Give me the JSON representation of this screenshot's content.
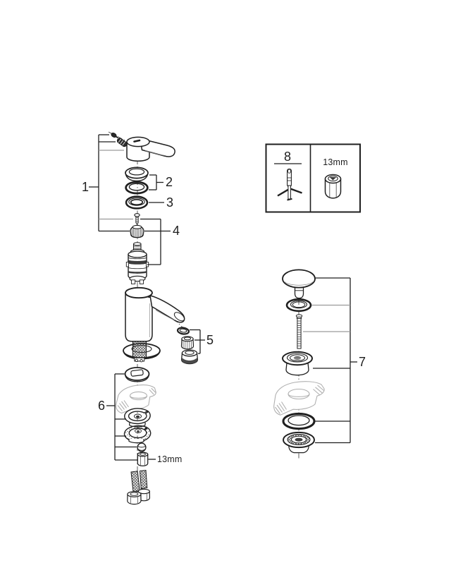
{
  "callouts": {
    "c1": "1",
    "c2": "2",
    "c3": "3",
    "c4": "4",
    "c5": "5",
    "c6": "6",
    "c7": "7",
    "c8": "8"
  },
  "labels": {
    "wrench_size_tool": "13mm",
    "wrench_size_nut": "13mm"
  },
  "colors": {
    "background": "#ffffff",
    "line": "#1f1f1f",
    "ghost_gray": "#b0b0b0",
    "leader_gray": "#9a9a9a"
  }
}
